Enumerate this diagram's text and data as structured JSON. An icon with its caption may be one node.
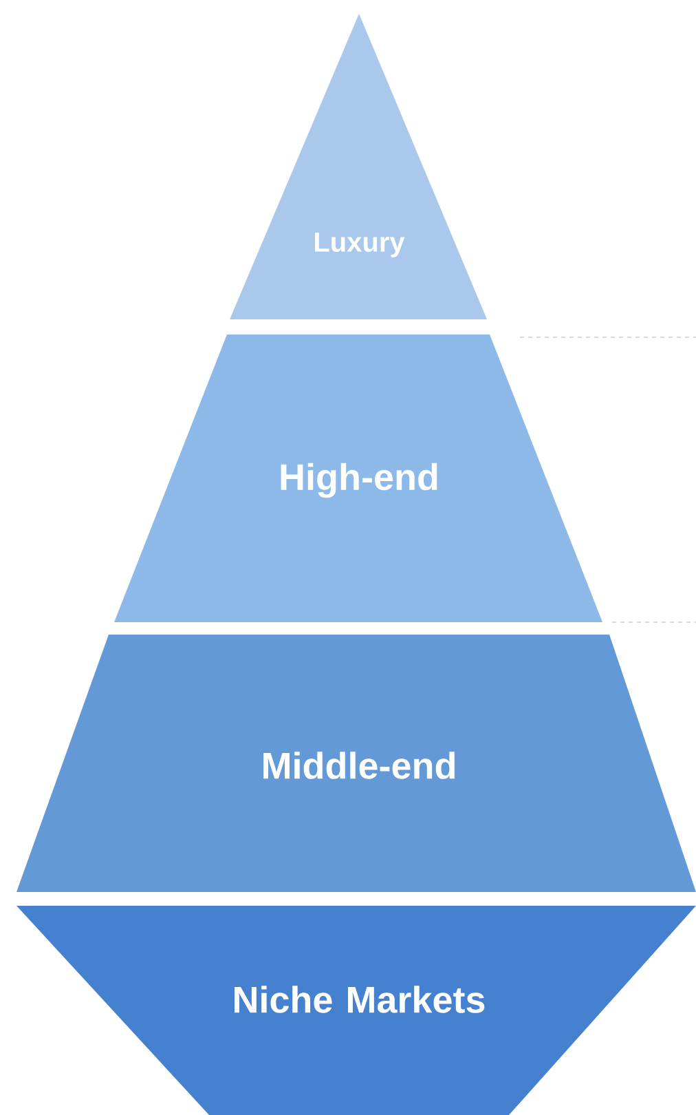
{
  "diagram": {
    "nodes": [
      {
        "text": [
          "Luxury"
        ]
      },
      {
        "text": [
          "High-end"
        ]
      },
      {
        "text": [
          "Middle-end"
        ]
      },
      {
        "text": [
          "Niche Markets"
        ]
      }
    ]
  }
}
